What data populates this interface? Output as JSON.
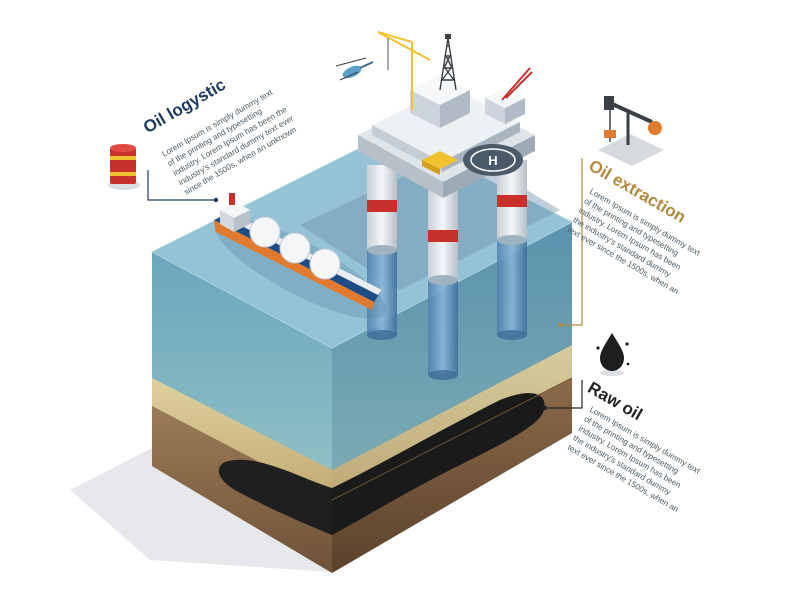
{
  "sections": [
    {
      "id": "logistic",
      "title": "Oil logystic",
      "body_lines": [
        "Lorem Ipsum is simply dummy text",
        "of the printing and typesetting",
        "industry. Lorem Ipsum has been the",
        "industry's standard dummy text ever",
        "since the 1500s, when an unknown"
      ],
      "icon": "oil-barrel-icon",
      "color": "#1e3a64"
    },
    {
      "id": "extraction",
      "title": "Oil extraction",
      "body_lines": [
        "Lorem Ipsum is simply dummy text",
        "of the printing and typesetting",
        "industry. Lorem Ipsum has been",
        "the industry's standard dummy",
        "text ever since the 1500s, when an"
      ],
      "icon": "pumpjack-icon",
      "color": "#b08a3e"
    },
    {
      "id": "rawoil",
      "title": "Raw oil",
      "body_lines": [
        "Lorem Ipsum is simply dummy text",
        "of the printing and typesetting",
        "industry. Lorem Ipsum has been",
        "the industry's standard dummy",
        "text ever since the 1500s, when an"
      ],
      "icon": "oil-drop-icon",
      "color": "#232323"
    }
  ],
  "colors": {
    "water_top": "#7fb3c6",
    "water_left": "#5d97b1",
    "water_right": "#4e86a3",
    "sand": "#e2c98f",
    "sand_dark": "#b89a5e",
    "soil": "#8a6a4a",
    "oil": "#1e1e1e",
    "platform_red": "#c8302b",
    "crane_yellow": "#f2c12e",
    "ship_blue": "#1e4c86",
    "ship_orange": "#e07a2e"
  },
  "platform_helipad_letter": "H"
}
